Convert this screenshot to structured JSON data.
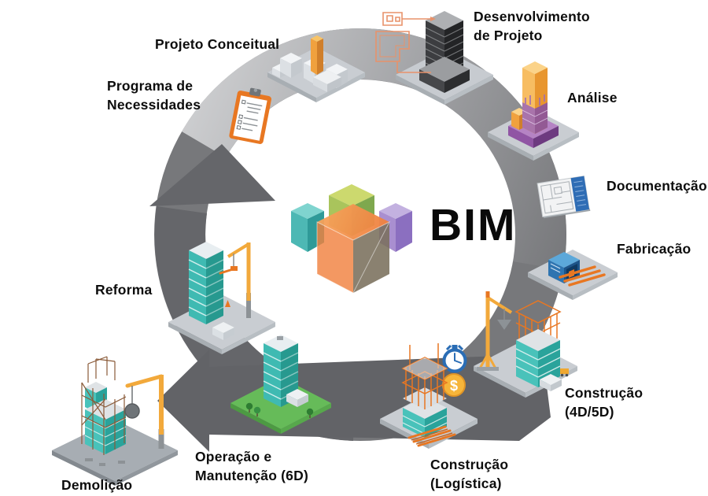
{
  "center": {
    "label": "BIM",
    "cubes": [
      "teal",
      "green",
      "purple",
      "orange"
    ]
  },
  "stages": [
    {
      "id": "programa-necessidades",
      "label_lines": [
        "Programa de",
        "Necessidades"
      ],
      "icon": "clipboard-checklist-icon"
    },
    {
      "id": "projeto-conceitual",
      "label_lines": [
        "Projeto Conceitual"
      ],
      "icon": "city-massing-model-icon"
    },
    {
      "id": "desenvolvimento-projeto",
      "label_lines": [
        "Desenvolvimento",
        "de Projeto"
      ],
      "icon": "detailed-tower-floorplan-icon"
    },
    {
      "id": "analise",
      "label_lines": [
        "Análise"
      ],
      "icon": "analysis-tower-icon"
    },
    {
      "id": "documentacao",
      "label_lines": [
        "Documentação"
      ],
      "icon": "blueprint-sheet-icon"
    },
    {
      "id": "fabricacao",
      "label_lines": [
        "Fabricação"
      ],
      "icon": "fabrication-machine-icon"
    },
    {
      "id": "construcao-4d-5d",
      "label_lines": [
        "Construção",
        "(4D/5D)"
      ],
      "icon": "construction-site-crane-icon"
    },
    {
      "id": "construcao-logistica",
      "label_lines": [
        "Construção",
        "(Logística)"
      ],
      "icon": "steel-frame-site-icon"
    },
    {
      "id": "operacao-manutencao-6d",
      "label_lines": [
        "Operação e",
        "Manutenção (6D)"
      ],
      "icon": "occupied-building-grass-icon"
    },
    {
      "id": "demolicao",
      "label_lines": [
        "Demolição"
      ],
      "icon": "wrecking-ball-crane-icon"
    },
    {
      "id": "reforma",
      "label_lines": [
        "Reforma"
      ],
      "icon": "renovation-crane-icon"
    }
  ],
  "badges": {
    "dollar_sign": "$"
  },
  "colors": {
    "ring_light": "#cdced0",
    "ring_dark": "#77787b",
    "arrow_dark": "#65666a",
    "accent_orange": "#e87722",
    "teal": "#3fbab2",
    "grass_green": "#66bb59",
    "coin_gold": "#f6b53a",
    "crane_yellow": "#f2a93b",
    "blueprint_blue": "#2f6db5",
    "cube_teal": "#4db8b4",
    "cube_green": "#a9c45c",
    "cube_purple": "#a98fd0",
    "cube_orange": "#f08140"
  }
}
